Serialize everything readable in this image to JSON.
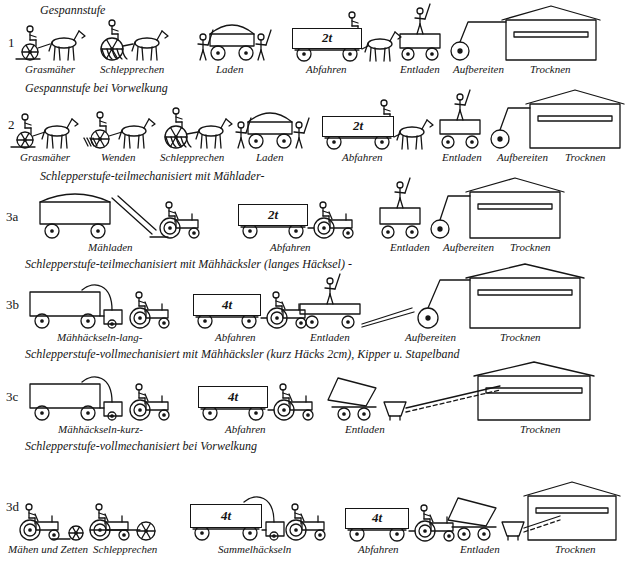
{
  "diagram": {
    "nodes": [
      {
        "text": [
          "2t"
        ]
      },
      {
        "text": [
          "2t"
        ]
      },
      {
        "text": [
          "2t"
        ]
      },
      {
        "text": [
          "4t"
        ]
      },
      {
        "text": [
          "4t"
        ]
      },
      {
        "text": [
          "4t"
        ]
      },
      {
        "text": [
          "4t"
        ]
      }
    ],
    "labels": [
      "1",
      "Gespannstufe",
      "Grasmäher",
      "Schlepprechen",
      "Laden",
      "Abfahren",
      "Entladen",
      "Aufbereiten",
      "Trocknen",
      "2",
      "Gespannstufe bei Vorwelkung",
      "Grasmäher",
      "Wenden",
      "Schlepprechen",
      "Laden",
      "Abfahren",
      "Entladen",
      "Aufbereiten",
      "Trocknen",
      "3a",
      "Schlepperstufe-teilmechanisiert mit Mählader-",
      "Mähladen",
      "Abfahren",
      "Entladen",
      "Aufbereiten",
      "Trocknen",
      "3b",
      "Schlepperstufe-teilmechanisiert mit Mähhäcksler (langes Häcksel) -",
      "Mähhäckseln-lang-",
      "Abfahren",
      "Entladen",
      "Aufbereiten",
      "Trocknen",
      "3c",
      "Schlepperstufe-vollmechanisiert mit Mähhäcksler (kurz Häcks 2cm), Kipper u. Stapelband",
      "Mähhäckseln-kurz-",
      "Abfahren",
      "Entladen",
      "Trocknen",
      "3d",
      "Schlepperstufe-vollmechanisiert bei Vorwelkung",
      "Mähen und Zetten",
      "Schlepprechen",
      "Sammelhäckseln",
      "Abfahren",
      "Entladen",
      "Trocknen"
    ]
  }
}
